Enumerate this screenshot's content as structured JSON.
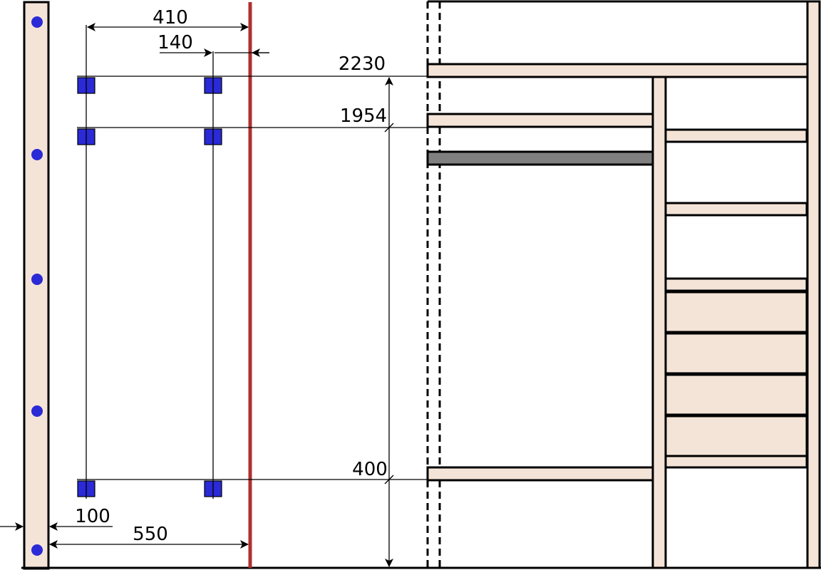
{
  "colors": {
    "board_fill": "#f4e4d8",
    "outline": "#000000",
    "rail_fill": "#808080",
    "marker_blue": "#2a2ad6",
    "reference_line": "#b03030"
  },
  "dimensions": {
    "d410": "410",
    "d140": "140",
    "d2230": "2230",
    "d1954": "1954",
    "d400": "400",
    "d100": "100",
    "d550": "550"
  }
}
